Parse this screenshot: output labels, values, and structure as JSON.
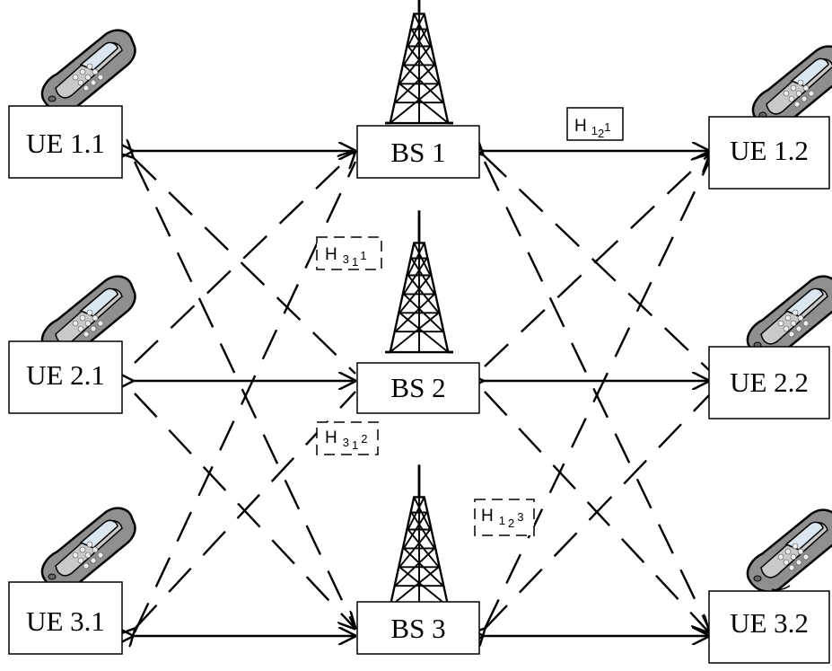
{
  "diagram": {
    "stations": [
      {
        "id": "bs1",
        "label": "BS 1"
      },
      {
        "id": "bs2",
        "label": "BS 2"
      },
      {
        "id": "bs3",
        "label": "BS 3"
      }
    ],
    "users": [
      {
        "id": "ue11",
        "label": "UE 1.1"
      },
      {
        "id": "ue21",
        "label": "UE 2.1"
      },
      {
        "id": "ue31",
        "label": "UE 3.1"
      },
      {
        "id": "ue12",
        "label": "UE 1.2"
      },
      {
        "id": "ue22",
        "label": "UE 2.2"
      },
      {
        "id": "ue32",
        "label": "UE 3.2"
      }
    ],
    "channel_labels": [
      {
        "id": "h121",
        "base": "H",
        "sub1": "1",
        "sub2": "2",
        "tail": "1",
        "style": "solid"
      },
      {
        "id": "h311",
        "base": "H",
        "sub1": "3",
        "sub2": "1",
        "tail": "1",
        "style": "dashed"
      },
      {
        "id": "h312",
        "base": "H",
        "sub1": "3",
        "sub2": "1",
        "tail": "2",
        "style": "dashed"
      },
      {
        "id": "h123",
        "base": "H",
        "sub1": "1",
        "sub2": "2",
        "tail": "3",
        "style": "dashed"
      }
    ],
    "colors": {
      "stroke": "#000000",
      "background": "#ffffff",
      "phone_body": "#a9a9a9",
      "phone_screen": "#dbe6f0"
    }
  }
}
